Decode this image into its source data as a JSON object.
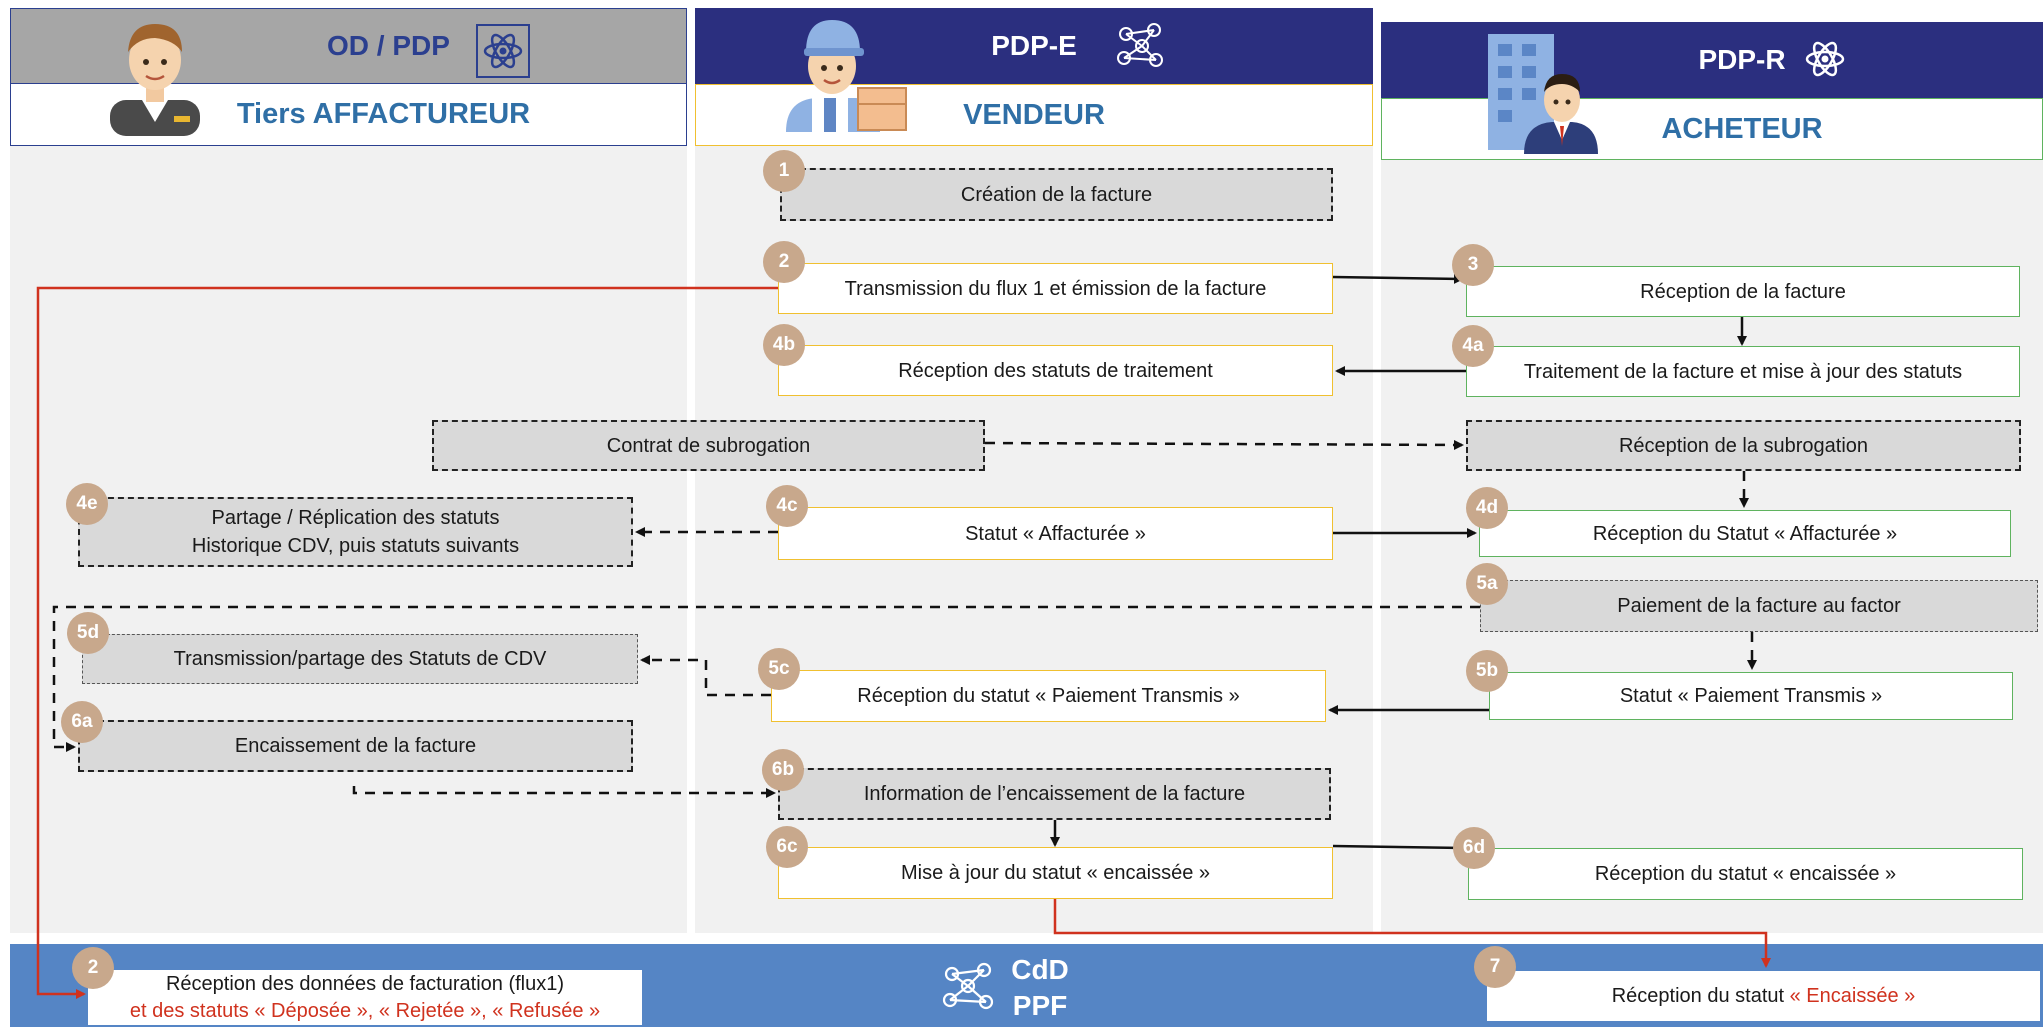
{
  "columns": {
    "od": {
      "role": "OD / PDP",
      "actor": "Tiers AFFACTUREUR",
      "icon": "atom-icon"
    },
    "vendeur": {
      "role": "PDP-E",
      "actor": "VENDEUR",
      "icon": "network-icon"
    },
    "acheteur": {
      "role": "PDP-R",
      "actor": "ACHETEUR",
      "icon": "atom-icon"
    }
  },
  "ppf": {
    "line1": "CdD",
    "line2": "PPF",
    "icon": "network-icon"
  },
  "steps": {
    "s1": {
      "badge": "1",
      "label": "Création de la facture"
    },
    "s2": {
      "badge": "2",
      "label": "Transmission du flux 1 et émission de la facture"
    },
    "s3": {
      "badge": "3",
      "label": "Réception de la facture"
    },
    "s4b": {
      "badge": "4b",
      "label": "Réception des statuts de traitement"
    },
    "s4a": {
      "badge": "4a",
      "label": "Traitement de la facture et mise à jour des statuts"
    },
    "contrat": {
      "label": "Contrat de subrogation"
    },
    "recsub": {
      "label": "Réception de la subrogation"
    },
    "s4e": {
      "badge": "4e",
      "line1": "Partage / Réplication des statuts",
      "line2": "Historique CDV, puis statuts suivants"
    },
    "s4c": {
      "badge": "4c",
      "label": "Statut « Affacturée »"
    },
    "s4d": {
      "badge": "4d",
      "label": "Réception du Statut « Affacturée »"
    },
    "s5a": {
      "badge": "5a",
      "label": "Paiement de la facture au factor"
    },
    "s5d": {
      "badge": "5d",
      "label": "Transmission/partage des Statuts de CDV"
    },
    "s5c": {
      "badge": "5c",
      "label": "Réception du statut « Paiement Transmis »"
    },
    "s5b": {
      "badge": "5b",
      "label": "Statut « Paiement Transmis »"
    },
    "s6a": {
      "badge": "6a",
      "label": "Encaissement de la facture"
    },
    "s6b": {
      "badge": "6b",
      "label": "Information de l’encaissement de la facture"
    },
    "s6c": {
      "badge": "6c",
      "label": "Mise à jour du statut « encaissée »"
    },
    "s6d": {
      "badge": "6d",
      "label": "Réception du statut « encaissée »"
    },
    "p2": {
      "badge": "2",
      "line1": "Réception des données de facturation (flux1)",
      "line2": "et des statuts « Déposée », « Rejetée », « Refusée »"
    },
    "p7": {
      "badge": "7",
      "prefix": "Réception du statut",
      "highlight": "« Encaissée »"
    }
  },
  "colors": {
    "header_dark": "#2b2f7f",
    "header_gray": "#a6a6a6",
    "ppf_blue": "#5585c5",
    "badge": "#c8a88c",
    "red_line": "#d0321e",
    "yellow_border": "#f0c030",
    "green_border": "#5fb35f"
  }
}
